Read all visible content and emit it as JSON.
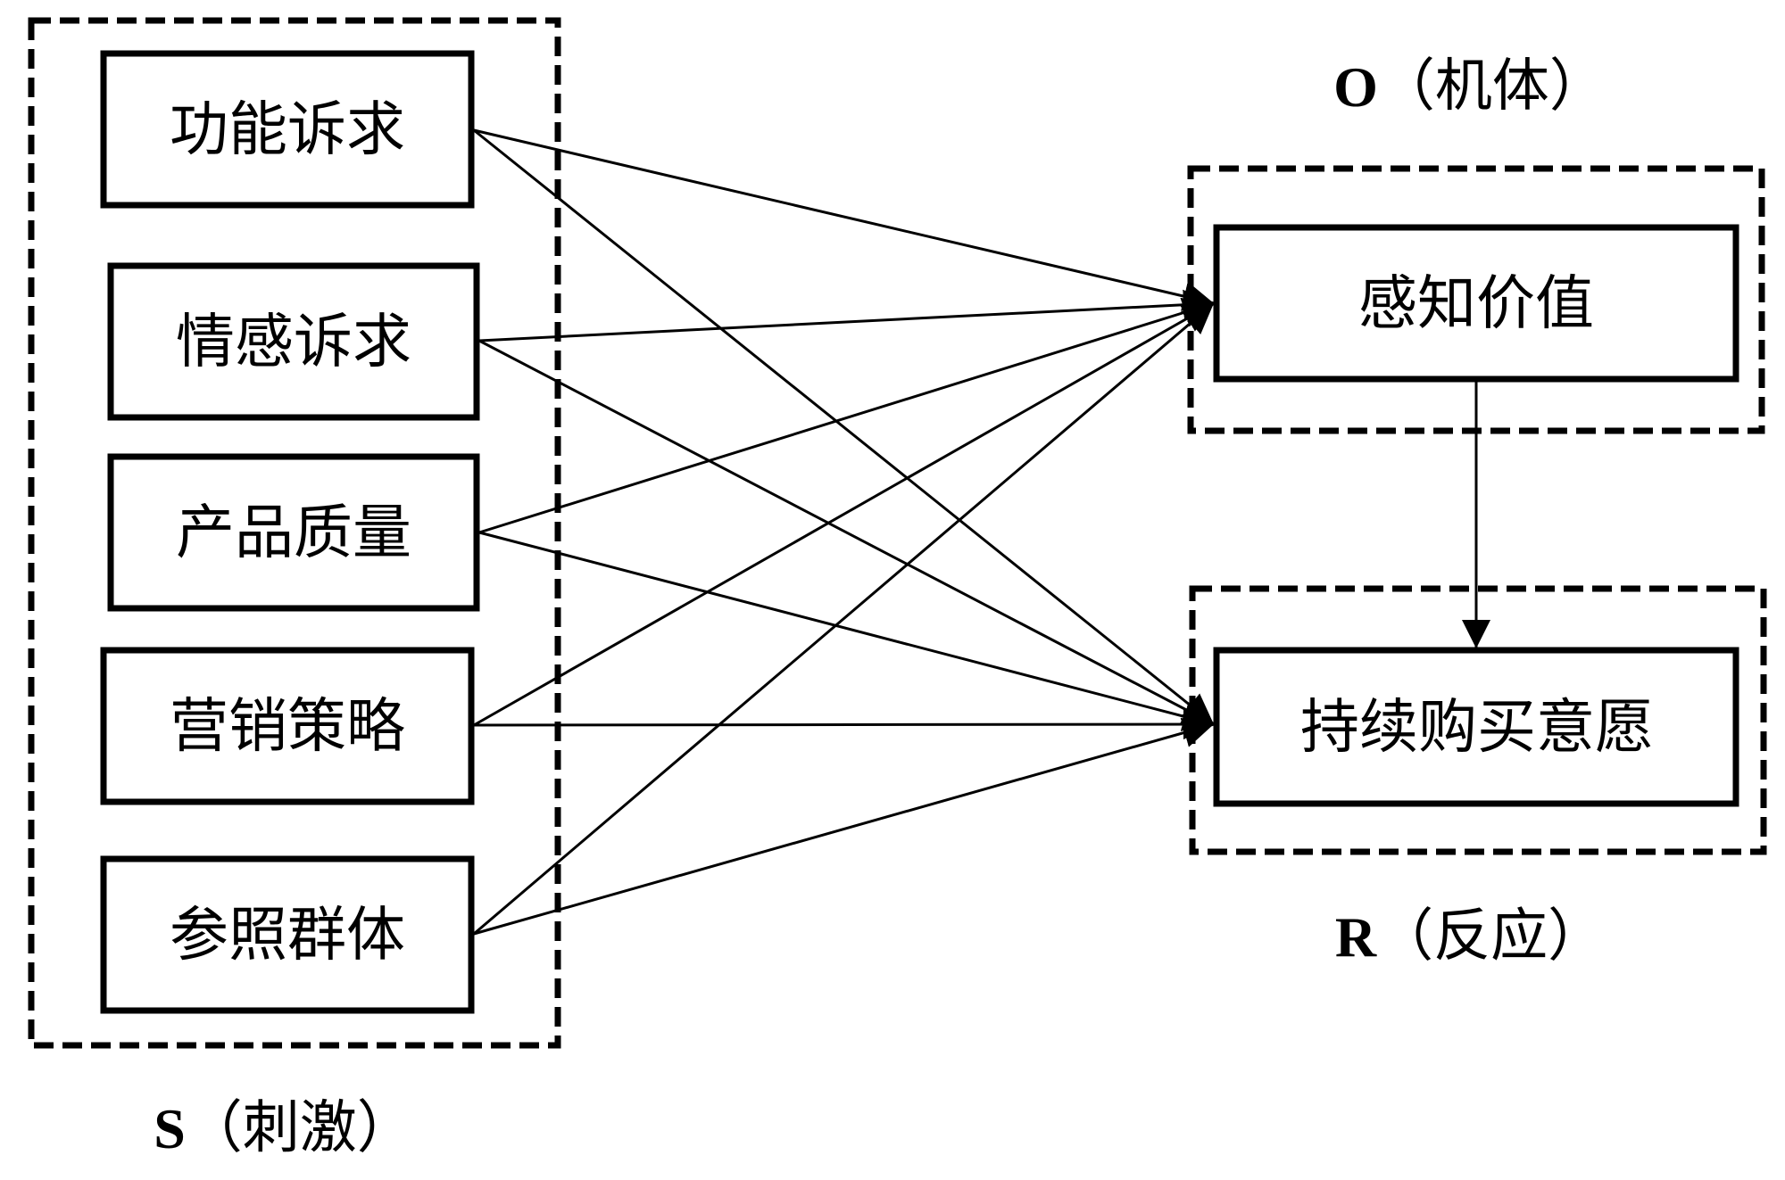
{
  "diagram": {
    "type": "S-O-R model",
    "groups": {
      "stimulus": {
        "letter": "S",
        "label": "（刺激）"
      },
      "organism": {
        "letter": "O",
        "label": "（机体）"
      },
      "response": {
        "letter": "R",
        "label": "（反应）"
      }
    },
    "stimulus_nodes": [
      {
        "id": "functional_appeal",
        "label": "功能诉求"
      },
      {
        "id": "emotional_appeal",
        "label": "情感诉求"
      },
      {
        "id": "product_quality",
        "label": "产品质量"
      },
      {
        "id": "marketing_strategy",
        "label": "营销策略"
      },
      {
        "id": "reference_group",
        "label": "参照群体"
      }
    ],
    "organism_node": {
      "id": "perceived_value",
      "label": "感知价值"
    },
    "response_node": {
      "id": "continuous_purchase_intention",
      "label": "持续购买意愿"
    },
    "edges": [
      {
        "from": "functional_appeal",
        "to": "perceived_value"
      },
      {
        "from": "functional_appeal",
        "to": "continuous_purchase_intention"
      },
      {
        "from": "emotional_appeal",
        "to": "perceived_value"
      },
      {
        "from": "emotional_appeal",
        "to": "continuous_purchase_intention"
      },
      {
        "from": "product_quality",
        "to": "perceived_value"
      },
      {
        "from": "product_quality",
        "to": "continuous_purchase_intention"
      },
      {
        "from": "marketing_strategy",
        "to": "perceived_value"
      },
      {
        "from": "marketing_strategy",
        "to": "continuous_purchase_intention"
      },
      {
        "from": "reference_group",
        "to": "perceived_value"
      },
      {
        "from": "reference_group",
        "to": "continuous_purchase_intention"
      },
      {
        "from": "perceived_value",
        "to": "continuous_purchase_intention"
      }
    ]
  }
}
